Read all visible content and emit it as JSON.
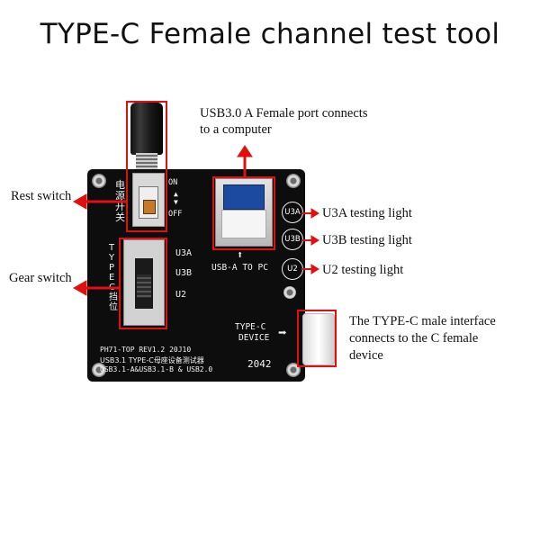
{
  "title": "TYPE-C Female channel test tool",
  "callouts": {
    "usb_line1": "USB3.0 A Female port connects",
    "usb_line2": "to a computer",
    "rest_switch": "Rest switch",
    "gear_switch": "Gear switch",
    "u3a_light": "U3A testing light",
    "u3b_light": "U3B testing light",
    "u2_light": "U2 testing light",
    "typec_line1": "The TYPE-C male interface",
    "typec_line2": "connects to the C female",
    "typec_line3": "device"
  },
  "board": {
    "power_cn": "电源开关",
    "on": "ON",
    "off": "OFF",
    "gear_cn": "TYPE C 挡位",
    "gear_u3a": "U3A",
    "gear_u3b": "U3B",
    "gear_u2": "U2",
    "led_u3a": "U3A",
    "led_u3b": "U3B",
    "led_u2": "U2",
    "usb_a_to_pc": "USB-A TO PC",
    "typec_device_1": "TYPE-C",
    "typec_device_2": "DEVICE",
    "rev_line": "PH71-TOP REV1.2 20J10",
    "desc_line1": "USB3.1 TYPE-C母座设备测试器",
    "desc_line2": "USB3.1-A&USB3.1-B & USB2.0",
    "code": "2042"
  },
  "colors": {
    "callout_red": "#e01010",
    "board": "#0d0d0d",
    "usb_blue": "#2a5fb0"
  }
}
